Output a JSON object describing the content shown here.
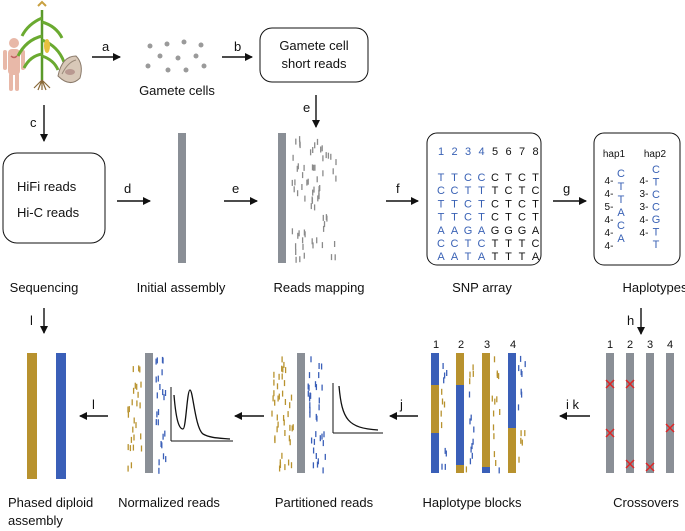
{
  "colors": {
    "gray": "#8a8f96",
    "gold": "#b8922e",
    "blue": "#3a5fb8",
    "red": "#e02424",
    "blue_text": "#3a62b5"
  },
  "icons": {
    "human": "human-figure-icon",
    "plant": "corn-plant-icon",
    "oyster": "oyster-shell-icon"
  },
  "steps": {
    "a": "a",
    "b": "b",
    "c": "c",
    "d": "d",
    "e1": "e",
    "e2": "e",
    "f": "f",
    "g": "g",
    "h": "h",
    "ik": "i k",
    "j": "j",
    "l1": "l",
    "l2": "l"
  },
  "nodes": {
    "gamete_cells": "Gamete cells",
    "short_reads_line1": "Gamete cell",
    "short_reads_line2": "short reads",
    "hifi": "HiFi reads",
    "hic": "Hi-C reads"
  },
  "stage_labels": {
    "sequencing": "Sequencing",
    "initial_assembly": "Initial assembly",
    "reads_mapping": "Reads mapping",
    "snp_array": "SNP array",
    "haplotypes": "Haplotypes",
    "crossovers": "Crossovers",
    "haplotype_blocks": "Haplotype blocks",
    "partitioned_reads": "Partitioned reads",
    "normalized_reads": "Normalized reads",
    "phased_line1": "Phased diploid",
    "phased_line2": "assembly"
  },
  "snp": {
    "header": [
      "1",
      "2",
      "3",
      "4",
      "5",
      "6",
      "7",
      "8"
    ],
    "rows": [
      "TTCCCTCT",
      "CCTTTCTC",
      "TTCTCTCT",
      "TTCTCTCT",
      "AAGAGGGA",
      "CCTCTTTC",
      "AATATTTA"
    ]
  },
  "haplotypes": {
    "hap1_label": "hap1",
    "hap2_label": "hap2",
    "hap1_prefix": [
      "4-",
      "4-",
      "5-",
      "4-",
      "4-",
      "4-"
    ],
    "hap1_bases": [
      "C",
      "T",
      "T",
      "A",
      "C",
      "A"
    ],
    "hap2_prefix": [
      "4-",
      "3-",
      "3-",
      "4-",
      "4-"
    ],
    "hap2_bases": [
      "C",
      "T",
      "C",
      "C",
      "G",
      "T",
      "T"
    ]
  },
  "chromosome_numbers": [
    "1",
    "2",
    "3",
    "4"
  ]
}
